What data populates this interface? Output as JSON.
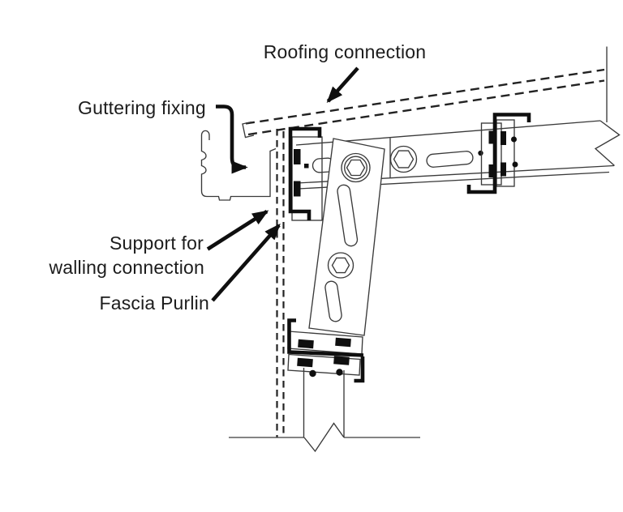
{
  "diagram": {
    "type": "construction-eaves-detail-drawing",
    "background": "#ffffff",
    "ink_color": "#0f0f0f",
    "line_color": "#3a3a3a",
    "labels": {
      "roofing_connection": "Roofing connection",
      "guttering_fixing": "Guttering fixing",
      "support_walling_line1": "Support for",
      "support_walling_line2": "walling connection",
      "fascia_purlin": "Fascia Purlin"
    }
  }
}
